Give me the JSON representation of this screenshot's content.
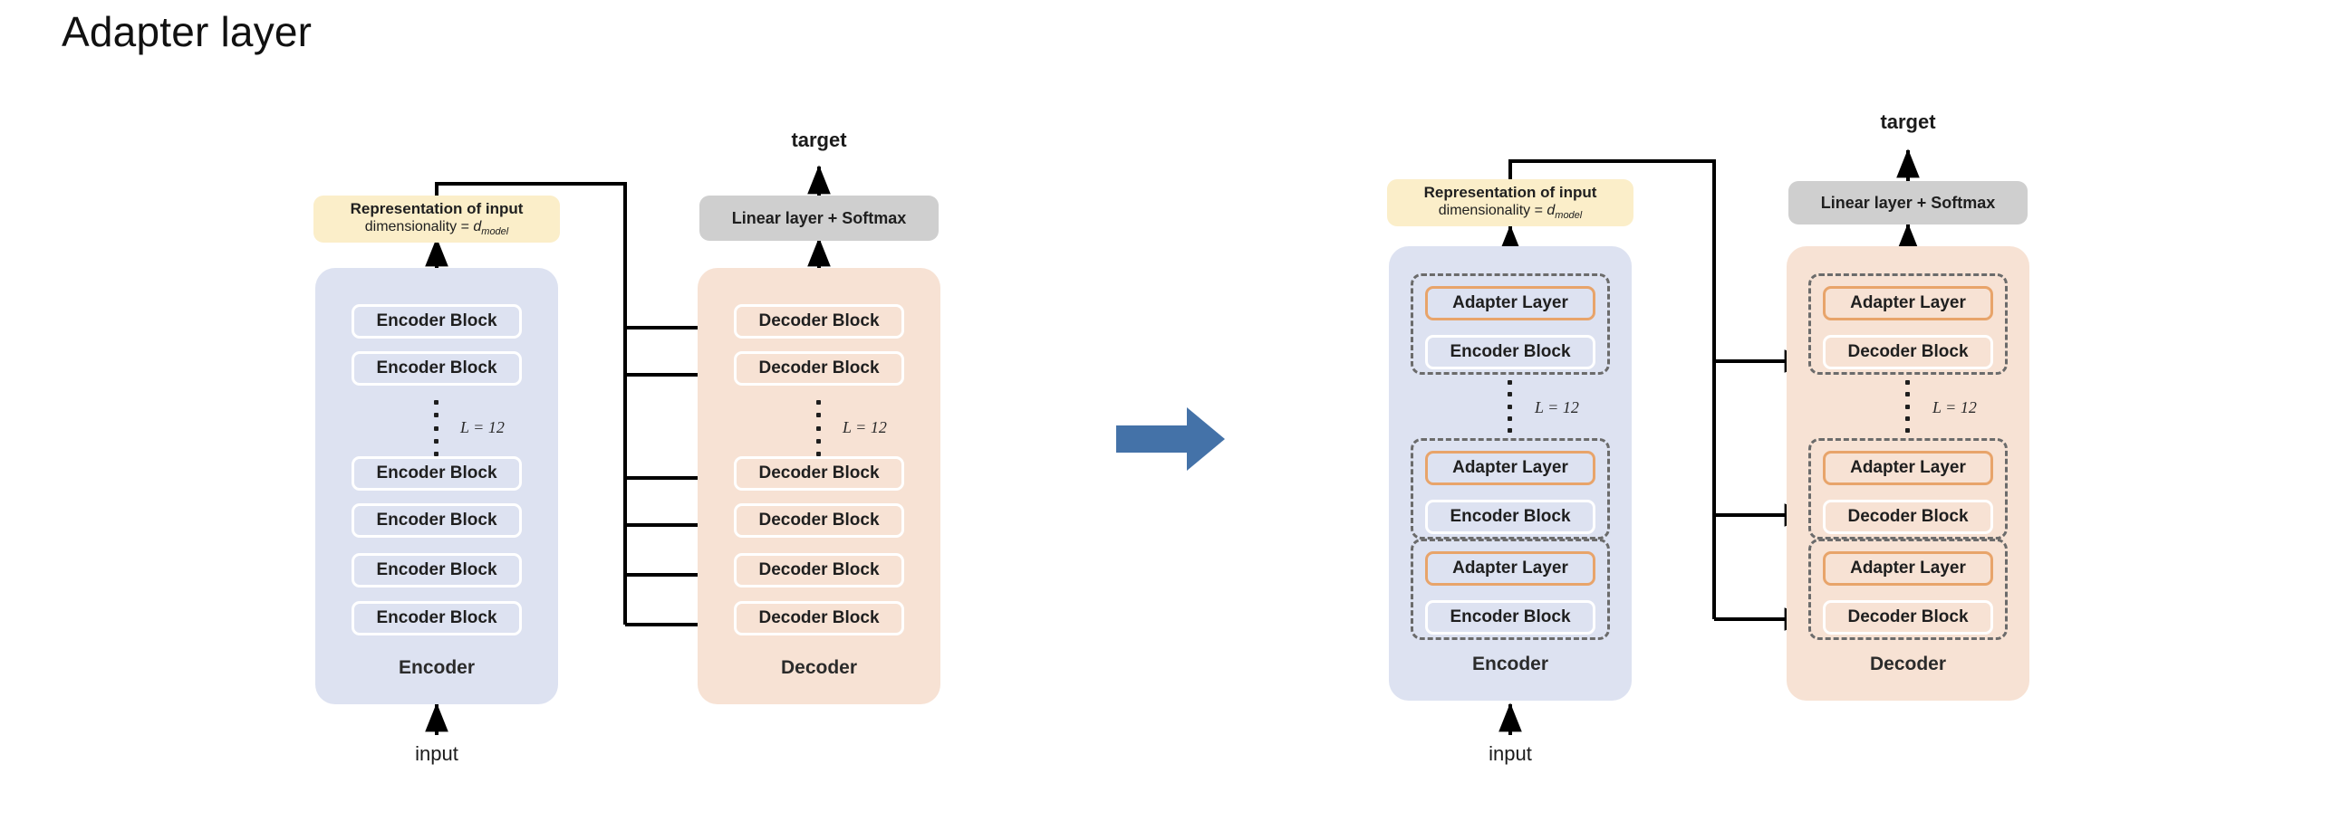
{
  "page": {
    "title": "Adapter layer",
    "background": "#ffffff"
  },
  "colors": {
    "encoder_panel": "#dde2f1",
    "decoder_panel": "#f7e2d4",
    "adapter_border": "#e8a46a",
    "representation_box": "#fbeec9",
    "linear_box": "#cfcfcf",
    "dashed_group_border": "#6b6b6b",
    "transition_arrow": "#4472a8",
    "connector_line": "#000000"
  },
  "labels": {
    "target": "target",
    "input": "input",
    "encoder": "Encoder",
    "decoder": "Decoder",
    "encoder_block": "Encoder Block",
    "decoder_block": "Decoder Block",
    "adapter_layer": "Adapter Layer",
    "linear_softmax": "Linear layer + Softmax",
    "representation_title": "Representation of input",
    "representation_dim_prefix": "dimensionality = ",
    "representation_dim_symbol": "d",
    "representation_dim_sub": "model",
    "layer_count": "L = 12"
  },
  "left_diagram": {
    "name": "baseline-transformer",
    "encoder": {
      "caption": "Encoder",
      "blocks": [
        "Encoder Block",
        "Encoder Block",
        "Encoder Block",
        "Encoder Block",
        "Encoder Block",
        "Encoder Block"
      ],
      "layer_count_label": "L = 12"
    },
    "decoder": {
      "caption": "Decoder",
      "blocks": [
        "Decoder Block",
        "Decoder Block",
        "Decoder Block",
        "Decoder Block",
        "Decoder Block",
        "Decoder Block"
      ],
      "layer_count_label": "L = 12"
    },
    "representation": {
      "title": "Representation of input",
      "dimensionality": "dimensionality = d_model"
    },
    "head": "Linear layer + Softmax",
    "bottom_label": "input",
    "top_label": "target",
    "cross_attention_arrows": 6
  },
  "right_diagram": {
    "name": "adapter-transformer",
    "encoder": {
      "caption": "Encoder",
      "groups": [
        {
          "adapter": "Adapter Layer",
          "block": "Encoder Block"
        },
        {
          "adapter": "Adapter Layer",
          "block": "Encoder Block"
        },
        {
          "adapter": "Adapter Layer",
          "block": "Encoder Block"
        }
      ],
      "layer_count_label": "L = 12"
    },
    "decoder": {
      "caption": "Decoder",
      "groups": [
        {
          "adapter": "Adapter Layer",
          "block": "Decoder Block"
        },
        {
          "adapter": "Adapter Layer",
          "block": "Decoder Block"
        },
        {
          "adapter": "Adapter Layer",
          "block": "Decoder Block"
        }
      ],
      "layer_count_label": "L = 12"
    },
    "representation": {
      "title": "Representation of input",
      "dimensionality": "dimensionality = d_model"
    },
    "head": "Linear layer + Softmax",
    "bottom_label": "input",
    "top_label": "target",
    "cross_attention_arrows": 3
  },
  "transition": {
    "icon": "right-arrow-icon",
    "color": "#4472a8"
  }
}
